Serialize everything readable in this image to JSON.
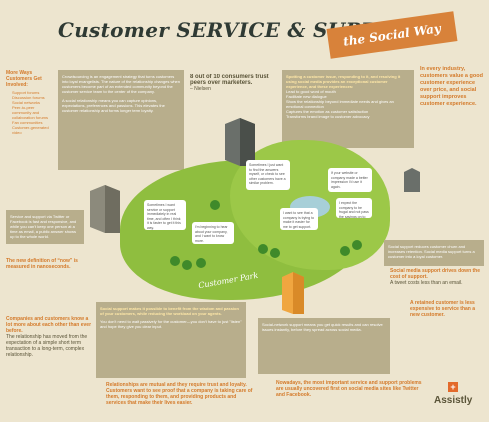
{
  "header": {
    "title": "Customer SERVICE & SUPPORT",
    "ribbon": "the Social Way"
  },
  "left_column": {
    "more_ways_heading": "More Ways Customers Get Involved:",
    "ways": [
      "Support forums",
      "Discussion forums",
      "Social networks",
      "Peer-to-peer community and collaboration forums",
      "Fan communities",
      "Customer-generated video"
    ],
    "crowdsourcing": "Crowdsourcing is an engagement strategy that turns customers into loyal evangelists. The nature of the relationship changes when customers become part of an extended community beyond the customer service team to the center of the company.",
    "social_relationships": "A social relationship means you can capture opinions, expectations, preferences and passions. This elevates the customer relationship and forms longer term loyalty.",
    "service_on_twitter": "Service and support via Twitter or Facebook is fast and responsive, and while you can't keep one person at a time as email, a public answer shows up to the whole world.",
    "now_heading": "The new definition of “now” is measured in nanoseconds.",
    "companies_heading": "Companies and customers know a lot more about each other than ever before.",
    "companies_body": "The relationship has moved from the expectation of a simple short term transaction to a long-term, complex relationship."
  },
  "top_middle": {
    "stat": "8 out of 10 consumers trust peers over marketers.",
    "source": "– Nielsen"
  },
  "top_right": {
    "spotting_issue": "Spotting a customer issue, responding to it, and resolving it using social media provides an exceptional customer experience, and these experiences:",
    "bullets": [
      "Lead to good word of mouth",
      "Facilitate new dialogue",
      "Show the relationship beyond immediate needs and gives an emotional connection",
      "Captures the emotion as customer satisfaction",
      "Transforms brand image to customer advocacy"
    ],
    "in_every_industry": "In every industry, customers value a good customer experience over price, and social support improves customer experience."
  },
  "right_column": {
    "drives_heading": "Social media support drives down the cost of support.",
    "drives_body": "A tweet costs less than an email.",
    "social_support": "Social support reduces customer churn and increases retention. Social media support turns a customer into a loyal customer.",
    "retained": "A retained customer is less expensive to service than a new customer.",
    "nowadays": "Nowadays, the most important service and support problems are usually uncovered first on social media sites like Twitter and Facebook."
  },
  "bottom_middle": {
    "social_support_makes": "Social support makes it possible to benefit from the wisdom and passion of your customers, while reducing the workload on your agents.",
    "you_dont_wait": "You don't need to wait passively for the customer—you don't have to just \"listen\" and hope they give you clear input.",
    "relationships": "Relationships are mutual and they require trust and loyalty. Customers want to see proof that a company is taking care of them, responding to them, and providing products and services that make their lives easier.",
    "internal_support": "Social-network support means you get quick results and can resolve issues instantly, before they spread across social media."
  },
  "bubbles": [
    "Sometimes I just want to find the answers myself, or check to see other customers have a similar problem.",
    "Sometimes I want service or support immediately in real time, and often I think it is faster to get it this way.",
    "I'm beginning to hear about your company, and I want to know more.",
    "If your website or company made a better impression I'd use it again.",
    "I want to see that a company is trying to make it easier for me to get support.",
    "I expect the company to be frugal and not pass the savings on to me."
  ],
  "park": {
    "label": "Customer Park"
  },
  "brand": {
    "name": "Assistly"
  },
  "colors": {
    "background": "#ede5cf",
    "panel": "#b8ae8c",
    "accent": "#d47a2a",
    "ribbon": "#d8823a",
    "park": "#8fbe3f"
  }
}
